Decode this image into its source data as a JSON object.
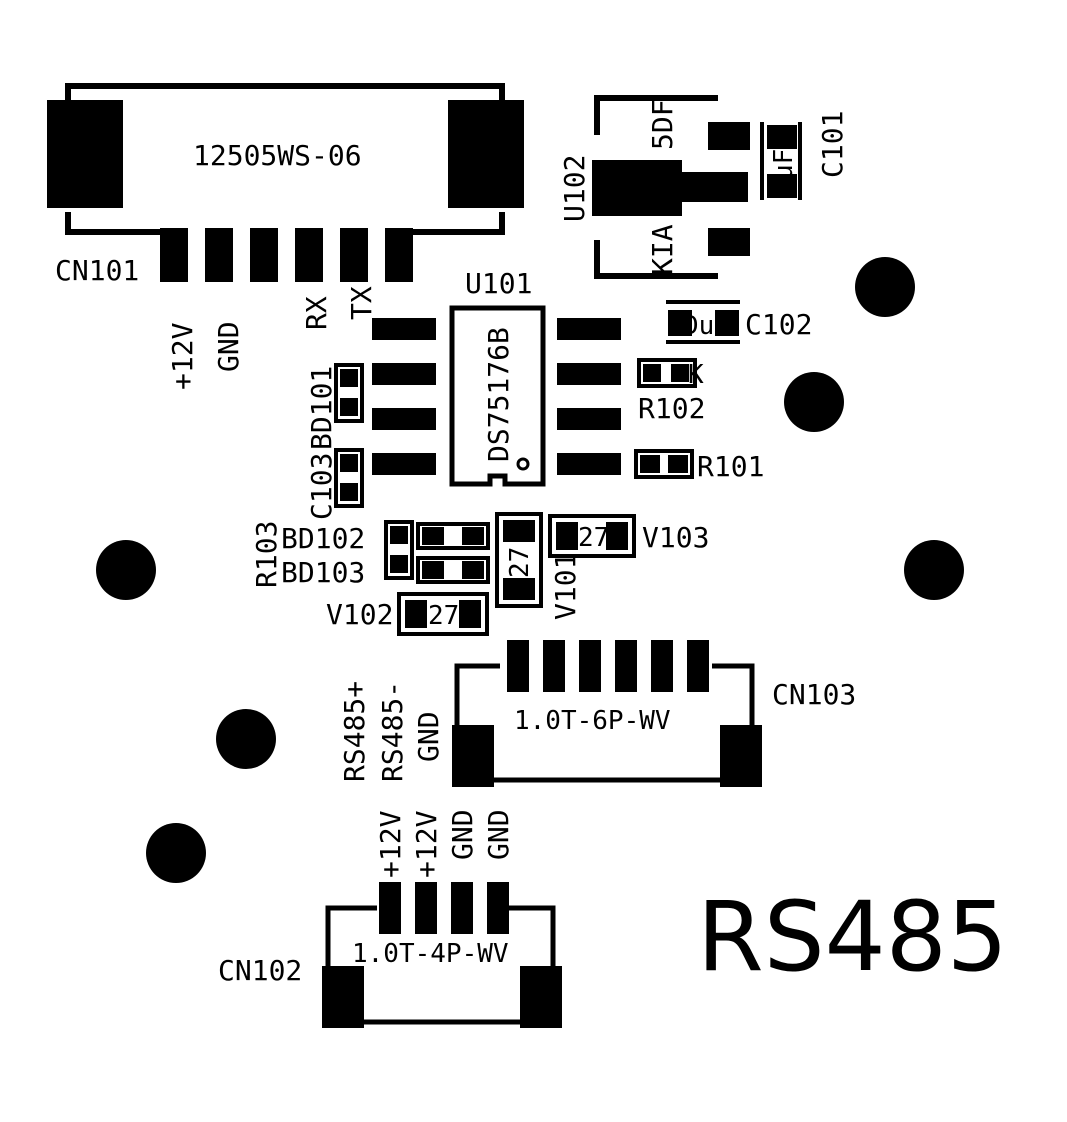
{
  "board_title": "RS485",
  "colors": {
    "ink": "#000000",
    "background": "#ffffff"
  },
  "cn101": {
    "ref": "CN101",
    "part": "12505WS-06",
    "pins": [
      "+12V",
      "GND",
      "RX",
      "TX"
    ]
  },
  "cn102": {
    "ref": "CN102",
    "part": "1.0T-4P-WV",
    "pins": [
      "+12V",
      "+12V",
      "GND",
      "GND"
    ]
  },
  "cn103": {
    "ref": "CN103",
    "part": "1.0T-6P-WV",
    "pins": [
      "RS485+",
      "RS485-",
      "GND"
    ]
  },
  "u101": {
    "ref": "U101",
    "part": "DS75176B"
  },
  "u102": {
    "ref": "U102",
    "part_visible": [
      "KIA",
      "5DF"
    ]
  },
  "c101": {
    "ref": "C101",
    "value": "uF"
  },
  "c102": {
    "ref": "C102",
    "value": "Du"
  },
  "c103": {
    "ref": "C103"
  },
  "r101": {
    "ref": "R101"
  },
  "r102": {
    "ref": "R102",
    "value": "K"
  },
  "r103": {
    "ref": "R103"
  },
  "bd101": {
    "ref": "BD101"
  },
  "bd102": {
    "ref": "BD102"
  },
  "bd103": {
    "ref": "BD103"
  },
  "v101": {
    "ref": "V101",
    "value": "27"
  },
  "v102": {
    "ref": "V102",
    "value": "27"
  },
  "v103": {
    "ref": "V103",
    "value": "27"
  }
}
